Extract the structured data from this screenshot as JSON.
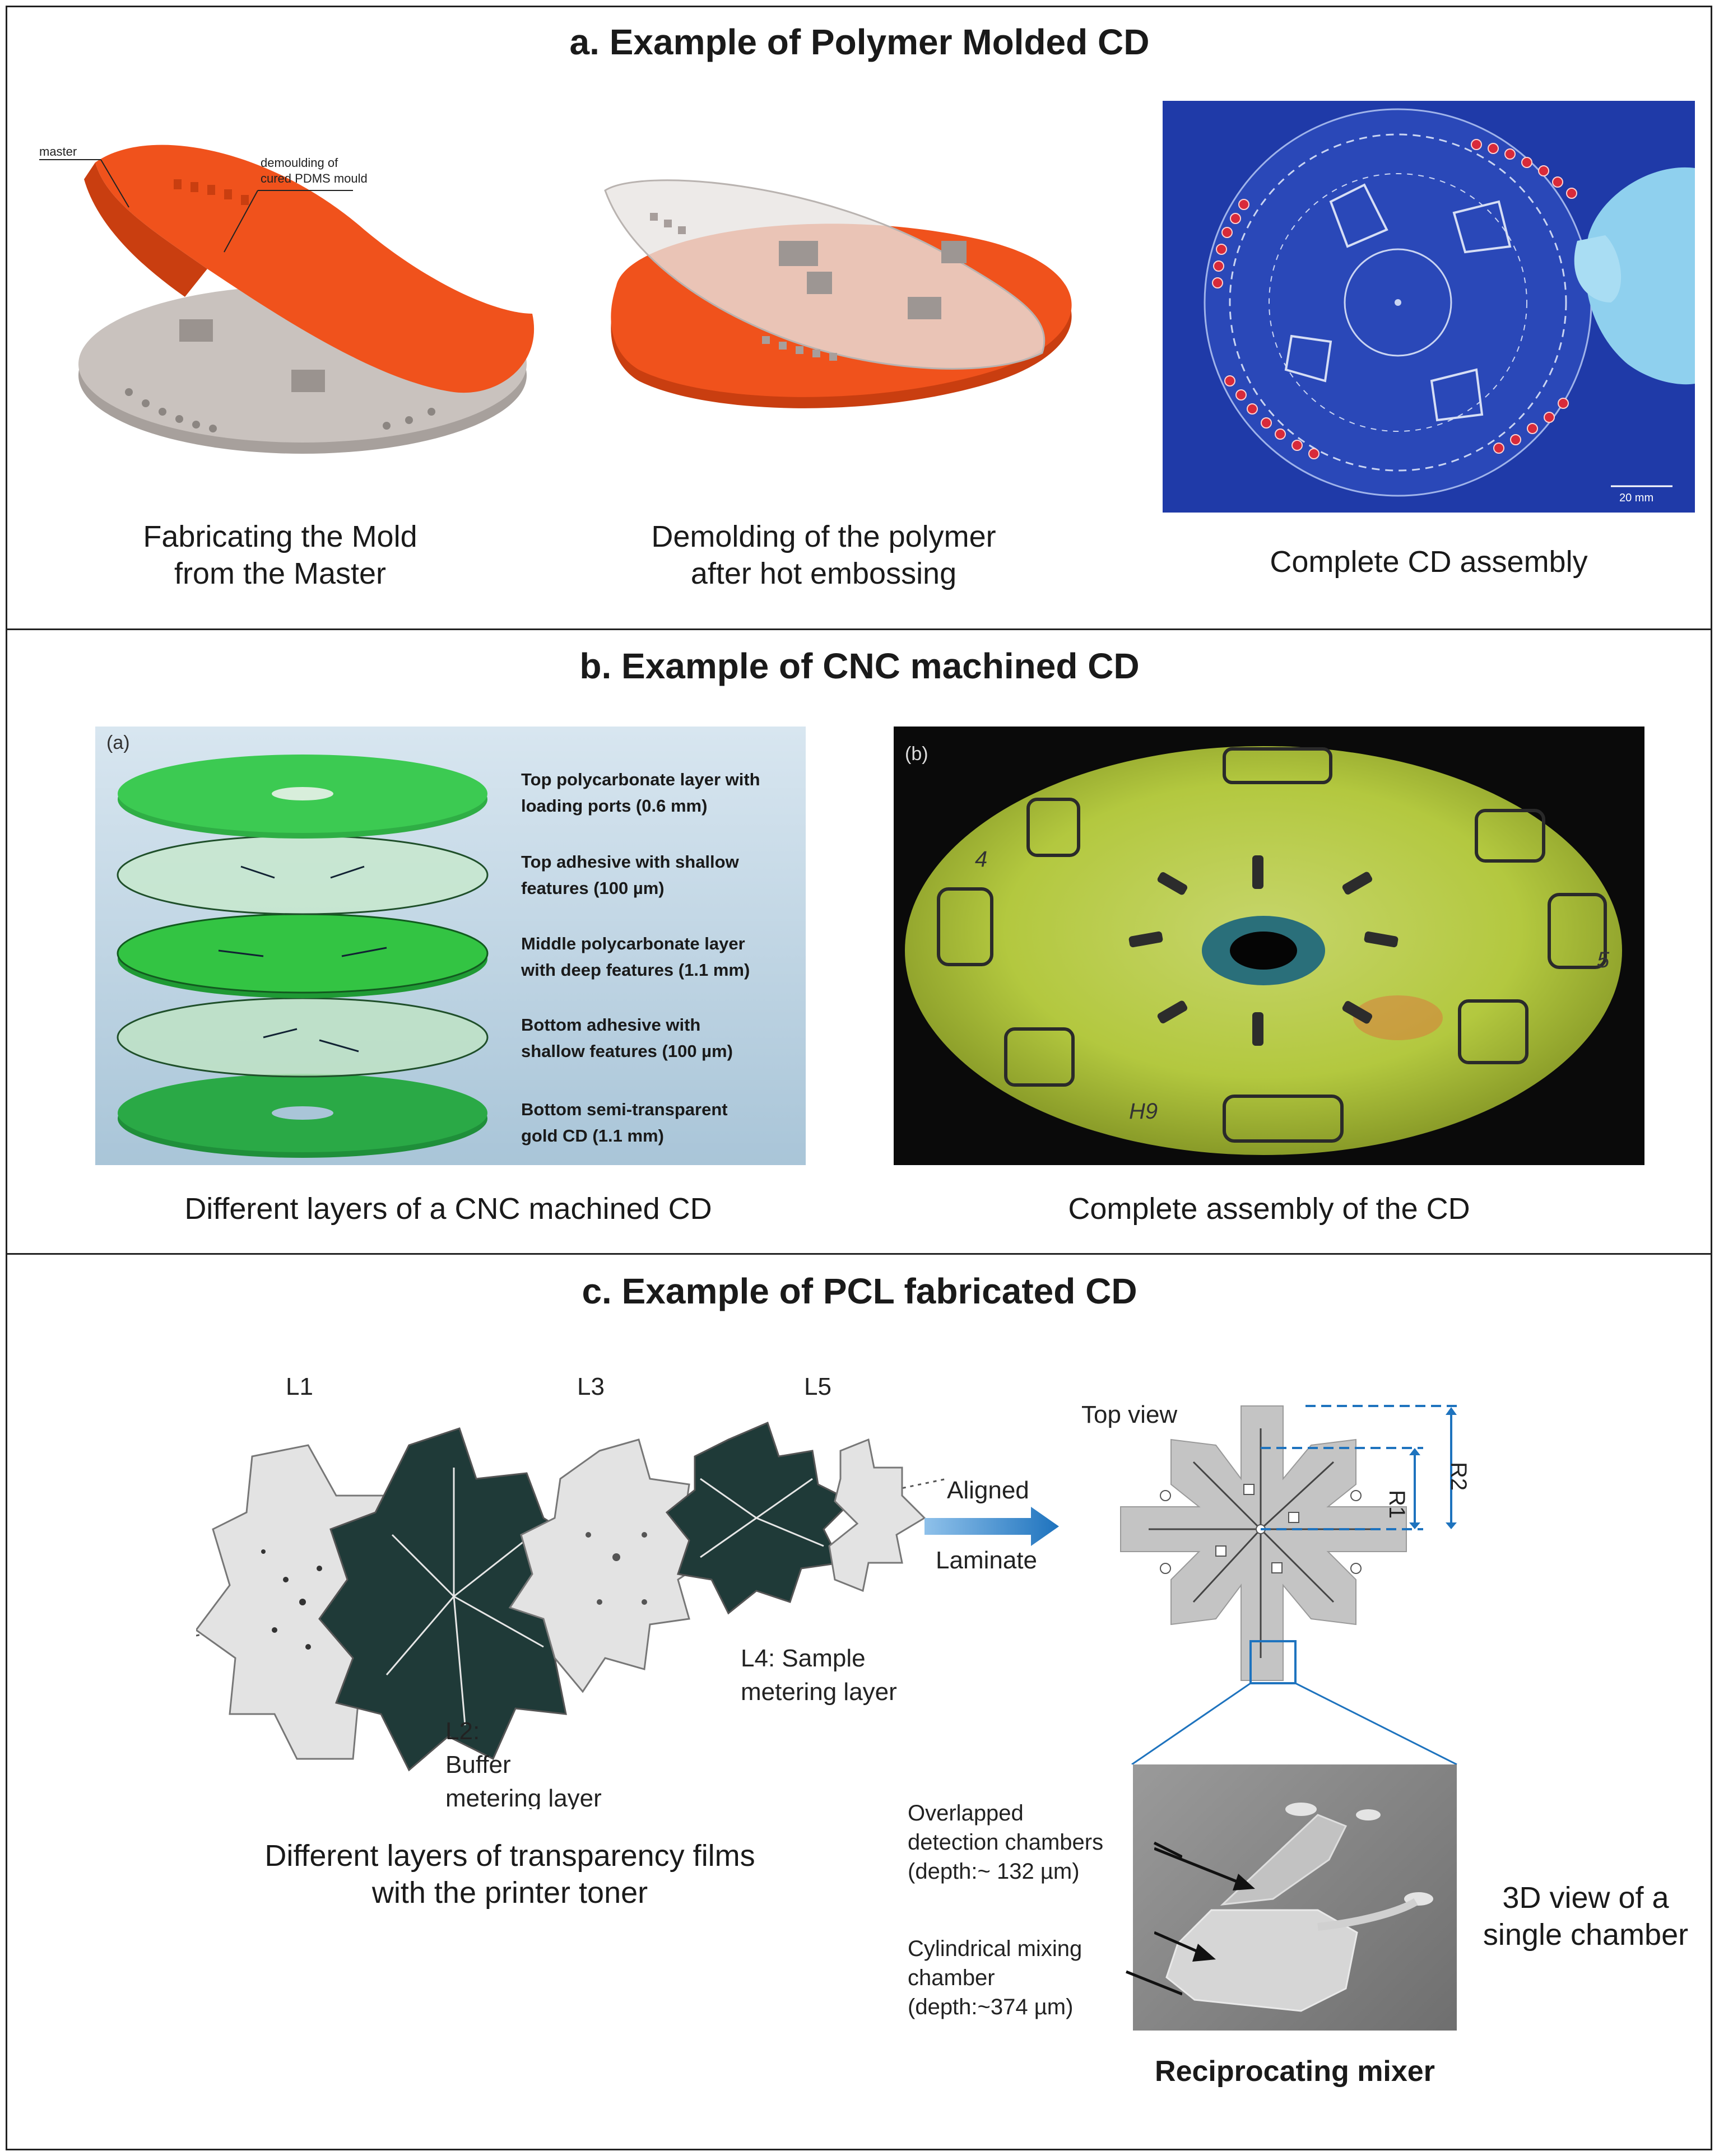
{
  "panels": {
    "a": {
      "title": "a. Example of Polymer Molded CD",
      "fig1": {
        "caption": "Fabricating the Mold\nfrom the Master",
        "label_master": "master",
        "label_demoulding_1": "demoulding of",
        "label_demoulding_2": "cured PDMS mould"
      },
      "fig2": {
        "caption": "Demolding of the polymer\nafter hot embossing"
      },
      "fig3": {
        "caption": "Complete CD assembly",
        "scale_bar": "20 mm"
      }
    },
    "b": {
      "title": "b. Example of CNC machined CD",
      "fig1": {
        "panel_letter": "(a)",
        "caption": "Different layers of a CNC machined CD",
        "layers": [
          {
            "line1": "Top polycarbonate layer with",
            "line2": "loading ports (0.6 mm)"
          },
          {
            "line1": "Top adhesive with shallow",
            "line2": "features (100 µm)"
          },
          {
            "line1": "Middle polycarbonate layer",
            "line2": "with deep features (1.1 mm)"
          },
          {
            "line1": "Bottom adhesive with",
            "line2": "shallow features (100 µm)"
          },
          {
            "line1": "Bottom semi-transparent",
            "line2": "gold CD (1.1 mm)"
          }
        ]
      },
      "fig2": {
        "panel_letter": "(b)",
        "caption": "Complete assembly of the CD",
        "handwriting": [
          "H9",
          "5",
          "4"
        ]
      }
    },
    "c": {
      "title": "c. Example of PCL fabricated CD",
      "labels": {
        "L1": "L1",
        "L3": "L3",
        "L5": "L5"
      },
      "L2_lines": [
        "L2:",
        "Buffer",
        "metering layer"
      ],
      "L4_lines": [
        "L4: Sample",
        "metering layer"
      ],
      "arrow_top": "Aligned",
      "arrow_bottom": "Laminate",
      "top_view": "Top view",
      "R1": "R1",
      "R2": "R2",
      "caption_left": "Different layers of transparency films\nwith the printer toner",
      "detection_lines": [
        "Overlapped",
        "detection chambers",
        "(depth:~ 132 µm)"
      ],
      "mixing_lines": [
        "Cylindrical mixing",
        "chamber",
        "(depth:~374 µm)"
      ],
      "caption_3d": "3D view of a\nsingle chamber",
      "mixer_title": "Reciprocating mixer"
    }
  },
  "colors": {
    "orange": "#f0521c",
    "grey_disc": "#c4bdb9",
    "blue_bg": "#1f3aa8",
    "green": "#2fc43a",
    "arrow_blue": "#1e73be",
    "dark_layer": "#1f3a38"
  }
}
